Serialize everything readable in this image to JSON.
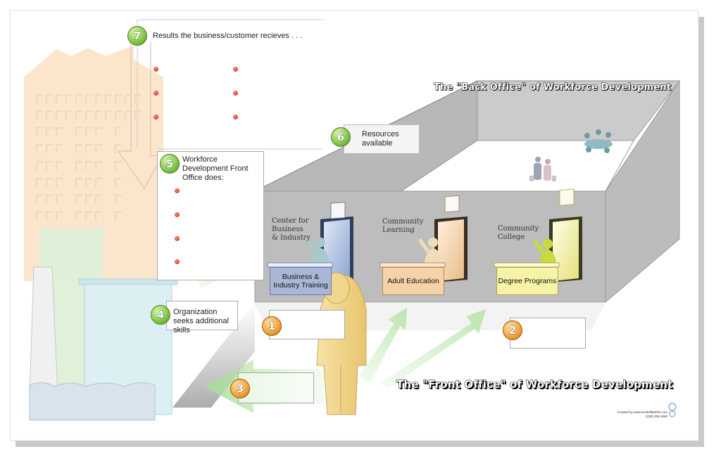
{
  "titles": {
    "back_office": "The \"Back Office\" of Workforce Development",
    "front_office": "The \"Front Office\" of Workforce Development"
  },
  "steps": [
    {
      "num": "7",
      "label": "Results the business/customer recieves . . ."
    },
    {
      "num": "6",
      "label": "Resources available"
    },
    {
      "num": "5",
      "label": "Workforce Development Front Office does:"
    },
    {
      "num": "4",
      "label": "Organization seeks additional skills"
    },
    {
      "num": "3",
      "label": ""
    },
    {
      "num": "1",
      "label": ""
    },
    {
      "num": "2",
      "label": ""
    }
  ],
  "doors": [
    {
      "sign": "Center for Business & Industry",
      "desk": "Business & Industry Training",
      "color": "#a9b6d6"
    },
    {
      "sign": "Community Learning",
      "desk": "Adult Education",
      "color": "#f6d2a8"
    },
    {
      "sign": "Community College",
      "desk": "Degree Programs",
      "color": "#f7f3a6"
    }
  ],
  "credit": {
    "line1": "Created by www.KordellMehler.com",
    "line2": "(330) 405-1850"
  },
  "colors": {
    "step_green": "#7dc545",
    "step_orange": "#f2a23a",
    "wall_gray": "#bdbdbd",
    "arrow_green": "#c9ecc0",
    "bullet_red": "#c8281a"
  }
}
